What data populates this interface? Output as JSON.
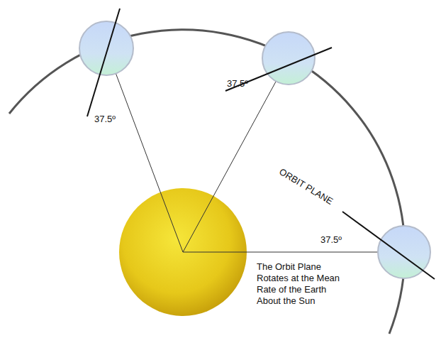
{
  "diagram": {
    "labels": [
      "37.5º",
      "37.5º",
      "ORBIT PLANE",
      "37.5º",
      "The Orbit Plane Rotates at the Mean Rate of the Earth About the Sun"
    ]
  }
}
